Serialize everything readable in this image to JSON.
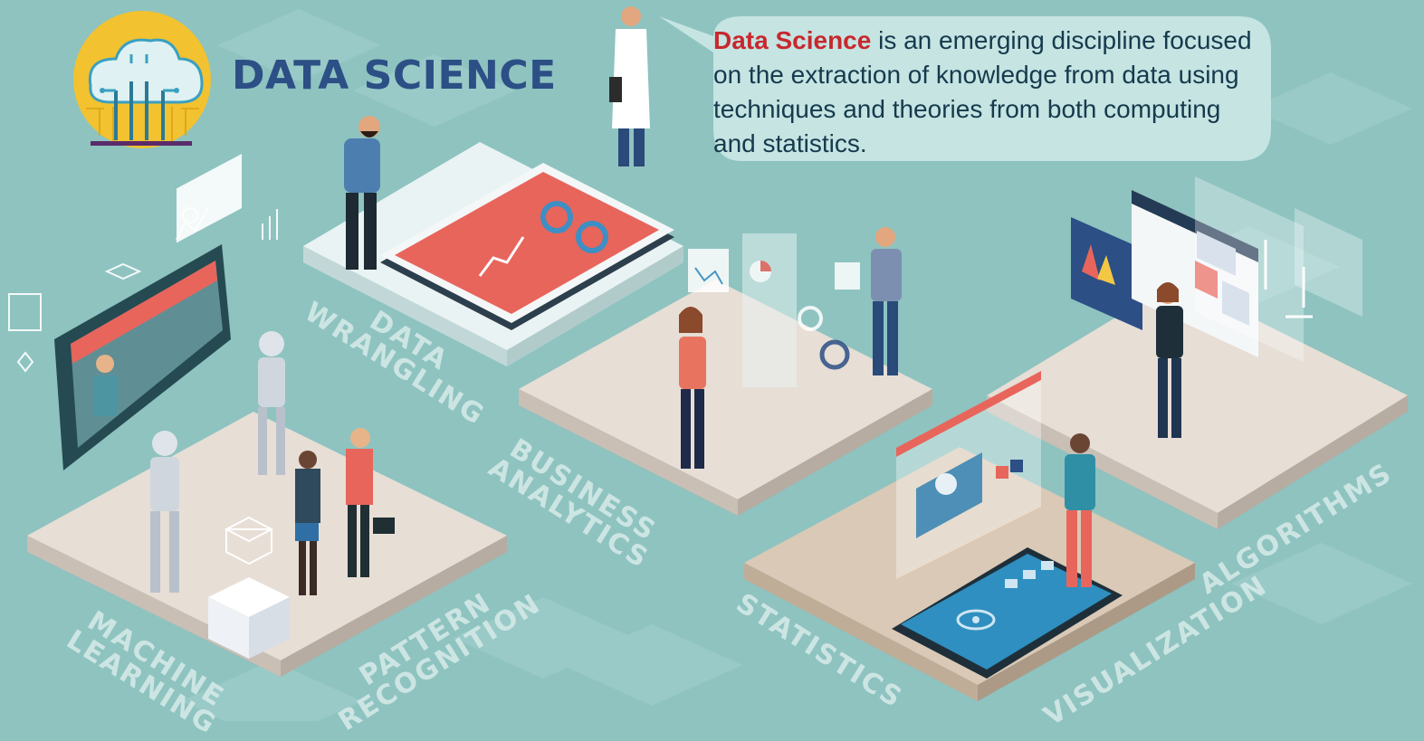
{
  "logo": {
    "title": "DATA SCIENCE"
  },
  "intro": {
    "highlight": "Data Science",
    "body": " is an emerging discipline focused on the extraction of knowledge from data using techniques and theories from both computing and statistics."
  },
  "labels": {
    "data_wrangling": [
      "DATA",
      "WRANGLING"
    ],
    "business_analytics": [
      "BUSINESS",
      "ANALYTICS"
    ],
    "machine_learning": [
      "MACHINE",
      "LEARNING"
    ],
    "pattern_recognition": [
      "PATTERN",
      "RECOGNITION"
    ],
    "statistics": "STATISTICS",
    "visualization": "VISUALIZATION",
    "algorithms": "ALGORITHMS"
  },
  "colors": {
    "background": "#8ec3c0",
    "title": "#2c4f85",
    "highlight": "#c8282e",
    "tile": "#e7ded6",
    "accent_red": "#e8655c",
    "phone_blue": "#2e8fc0"
  }
}
